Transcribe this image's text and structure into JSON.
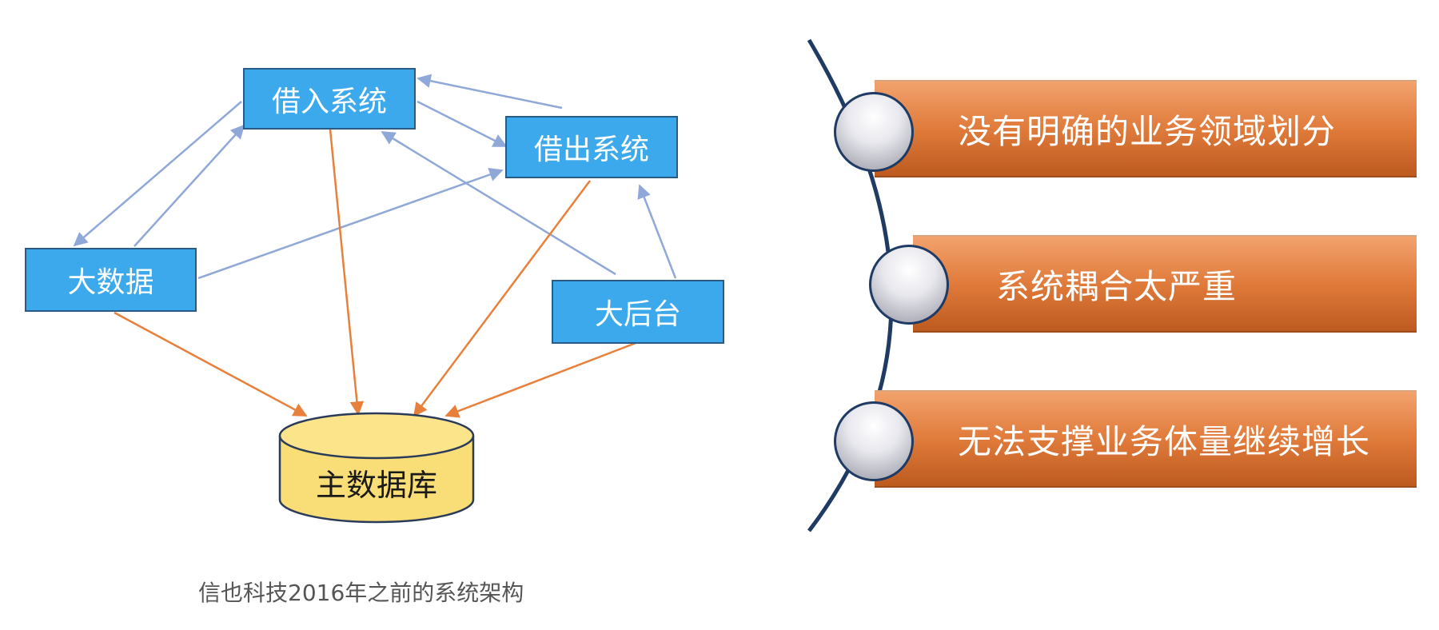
{
  "diagram": {
    "nodes": {
      "borrow_in": "借入系统",
      "borrow_out": "借出系统",
      "big_data": "大数据",
      "backend": "大后台",
      "main_db": "主数据库"
    },
    "caption": "信也科技2016年之前的系统架构"
  },
  "problems": [
    {
      "text": "没有明确的业务领域划分"
    },
    {
      "text": "系统耦合太严重"
    },
    {
      "text": "无法支撑业务体量继续增长"
    }
  ],
  "colors": {
    "node_fill": "#3ca9ec",
    "node_border": "#2a5b86",
    "db_fill": "#f9dd76",
    "blue_arrow": "#8fa8d8",
    "orange_arrow": "#e8803c",
    "bar_accent": "#e07b3b",
    "arc": "#1f3a63"
  }
}
